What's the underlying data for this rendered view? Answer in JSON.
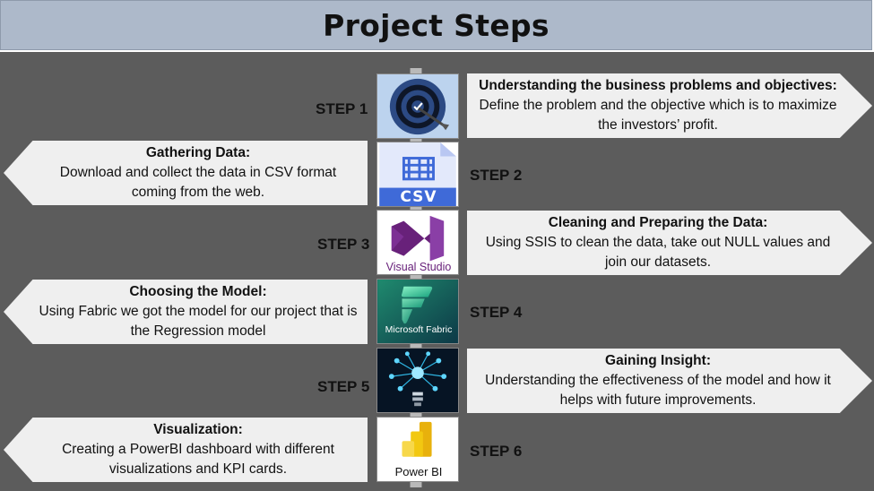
{
  "title": "Project Steps",
  "steps": [
    {
      "label": "STEP 1",
      "title": "Understanding the business problems and objectives:",
      "body": "Define the problem and the objective which is to maximize the investors’ profit.",
      "icon": "target-icon"
    },
    {
      "label": "STEP 2",
      "title": "Gathering Data:",
      "body": "Download and collect the data in CSV format coming from the web.",
      "icon": "csv-file-icon",
      "icon_text": "CSV"
    },
    {
      "label": "STEP 3",
      "title": "Cleaning and Preparing the Data:",
      "body": "Using SSIS to clean the data, take out NULL values and join our datasets.",
      "icon": "visual-studio-icon",
      "icon_text": "Visual Studio"
    },
    {
      "label": "STEP 4",
      "title": "Choosing the Model:",
      "body": "Using Fabric we got the model for our project that is the Regression model",
      "icon": "microsoft-fabric-icon",
      "icon_text": "Microsoft Fabric"
    },
    {
      "label": "STEP 5",
      "title": "Gaining Insight:",
      "body": "Understanding the effectiveness of the model and how it helps with future improvements.",
      "icon": "lightbulb-network-icon"
    },
    {
      "label": "STEP 6",
      "title": "Visualization:",
      "body": "Creating a PowerBI dashboard with different visualizations and KPI cards.",
      "icon": "power-bi-icon",
      "icon_text": "Power BI"
    }
  ],
  "colors": {
    "header": "#adb9ca",
    "board": "#5c5c5c",
    "arrow": "#efefef",
    "csv_blue": "#3f6ad8",
    "vs_purple": "#68217a",
    "fabric_teal": "#1c6f6a",
    "powerbi_yellow": "#f2c811"
  }
}
